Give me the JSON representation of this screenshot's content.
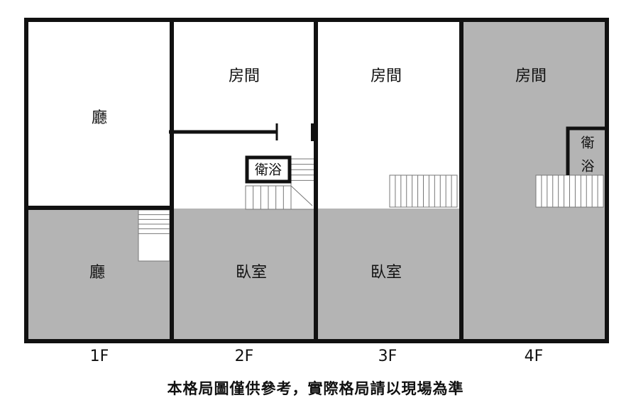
{
  "floors": [
    {
      "label": "1F",
      "rooms": [
        "廳",
        "廳"
      ]
    },
    {
      "label": "2F",
      "rooms": [
        "房間",
        "臥室"
      ],
      "bathroom": "衛浴"
    },
    {
      "label": "3F",
      "rooms": [
        "房間",
        "臥室"
      ]
    },
    {
      "label": "4F",
      "rooms": [
        "房間"
      ],
      "bathroom_lines": [
        "衛",
        "浴"
      ]
    }
  ],
  "disclaimer": "本格局圖僅供參考，實際格局請以現場為準",
  "colors": {
    "wall": "#111111",
    "shaded_area": "#b4b4b4",
    "background": "#ffffff"
  }
}
